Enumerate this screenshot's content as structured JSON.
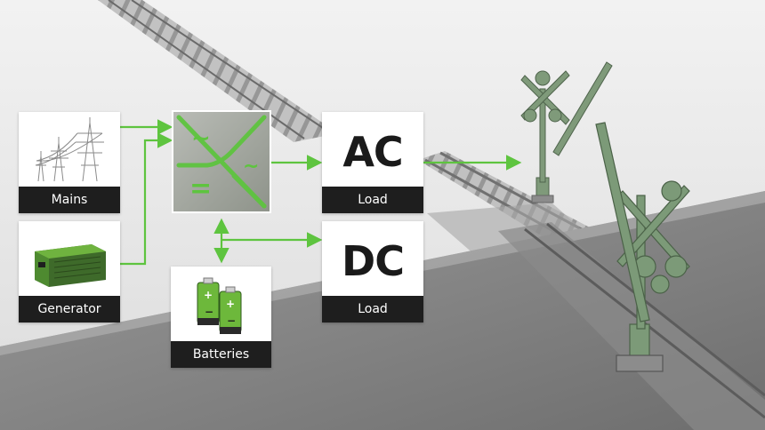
{
  "nodes": {
    "mains": {
      "label": "Mains",
      "icon": "power-pylons-icon"
    },
    "generator": {
      "label": "Generator",
      "icon": "generator-icon"
    },
    "converter": {
      "icon": "ac-dc-converter-icon",
      "ac_symbol": "~",
      "dc_symbol": "="
    },
    "batteries": {
      "label": "Batteries",
      "icon": "batteries-icon"
    },
    "ac_load": {
      "title": "AC",
      "label": "Load"
    },
    "dc_load": {
      "title": "DC",
      "label": "Load"
    }
  },
  "colors": {
    "accent": "#5ec43f",
    "label_bg": "#1e1e1e",
    "card_bg": "#ffffff"
  }
}
